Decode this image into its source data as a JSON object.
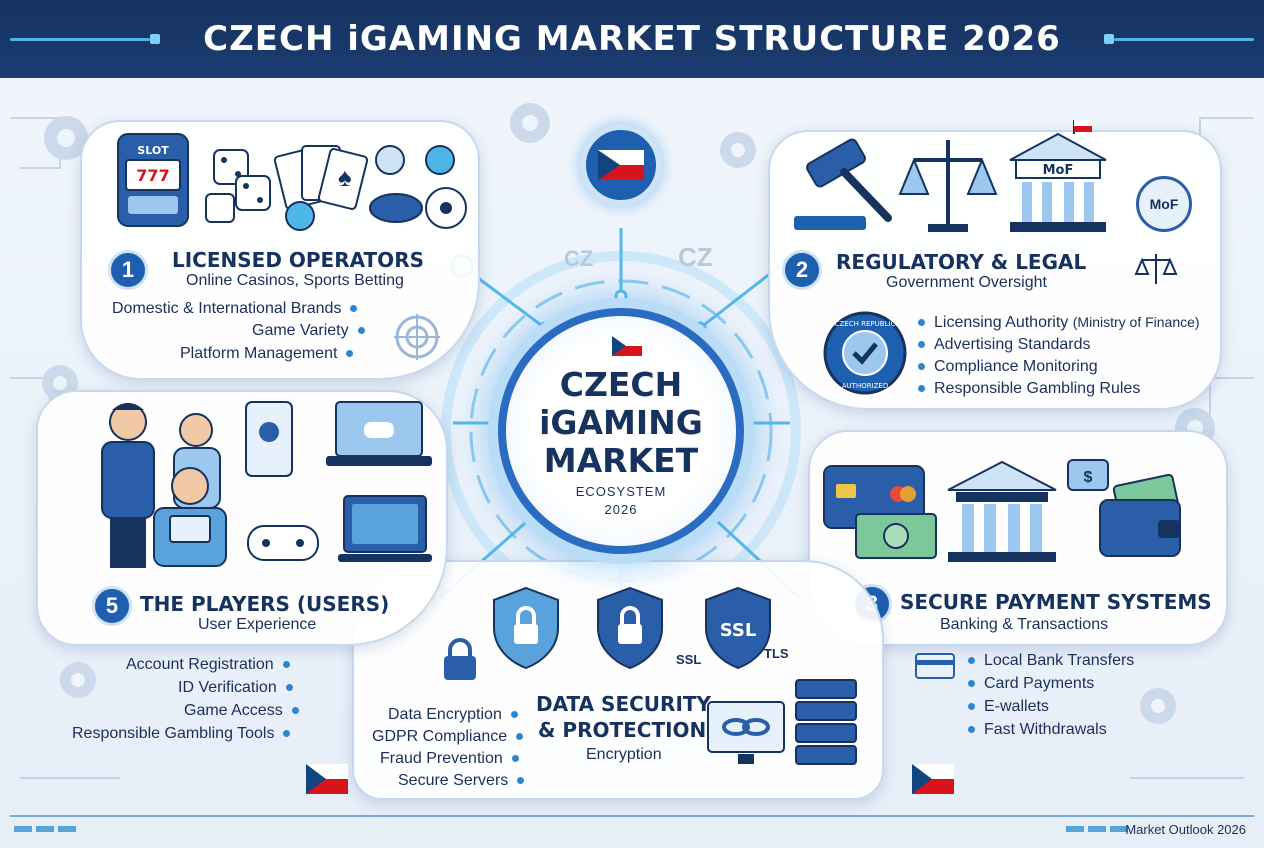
{
  "header": {
    "title": "CZECH iGAMING MARKET STRUCTURE 2026"
  },
  "hub": {
    "line1": "CZECH",
    "line2": "iGAMING",
    "line3": "MARKET",
    "sub1": "ECOSYSTEM",
    "sub2": "2026"
  },
  "watermarks": [
    "CZ",
    "CZ"
  ],
  "sections": {
    "operators": {
      "number": "1",
      "title": "LICENSED OPERATORS",
      "subtitle": "Online Casinos, Sports Betting",
      "items": [
        "Domestic & International Brands",
        "Game Variety",
        "Platform Management"
      ],
      "slot_label": "SLOT",
      "slot_reels": "777"
    },
    "regulatory": {
      "number": "2",
      "title": "REGULATORY & LEGAL",
      "subtitle": "Government Oversight",
      "items": [
        "Licensing Authority",
        "Advertising Standards",
        "Compliance Monitoring",
        "Responsible Gambling Rules"
      ],
      "item0_note": "(Ministry of Finance)",
      "building_label": "MoF",
      "badge_label": "MoF",
      "seal_top": "CZECH REPUBLIC",
      "seal_bottom": "AUTHORIZED"
    },
    "payments": {
      "number": "3",
      "title": "SECURE PAYMENT SYSTEMS",
      "subtitle": "Banking & Transactions",
      "items": [
        "Local Bank Transfers",
        "Card Payments",
        "E-wallets",
        "Fast Withdrawals"
      ]
    },
    "security": {
      "title_line1": "DATA SECURITY",
      "title_line2": "& PROTECTION",
      "subtitle": "Encryption",
      "items": [
        "Data Encryption",
        "GDPR Compliance",
        "Fraud Prevention",
        "Secure Servers"
      ],
      "shield_label": "SSL",
      "tag1": "SSL",
      "tag2": "TLS"
    },
    "players": {
      "number": "5",
      "title": "THE PLAYERS (USERS)",
      "subtitle": "User Experience",
      "items": [
        "Account Registration",
        "ID Verification",
        "Game Access",
        "Responsible Gambling Tools"
      ]
    }
  },
  "footer": {
    "label": "Market Outlook 2026"
  },
  "colors": {
    "navy": "#16325f",
    "blue": "#1e5fb0",
    "accent": "#4fb4e8",
    "czech_red": "#d7141a",
    "czech_blue": "#11457e"
  }
}
